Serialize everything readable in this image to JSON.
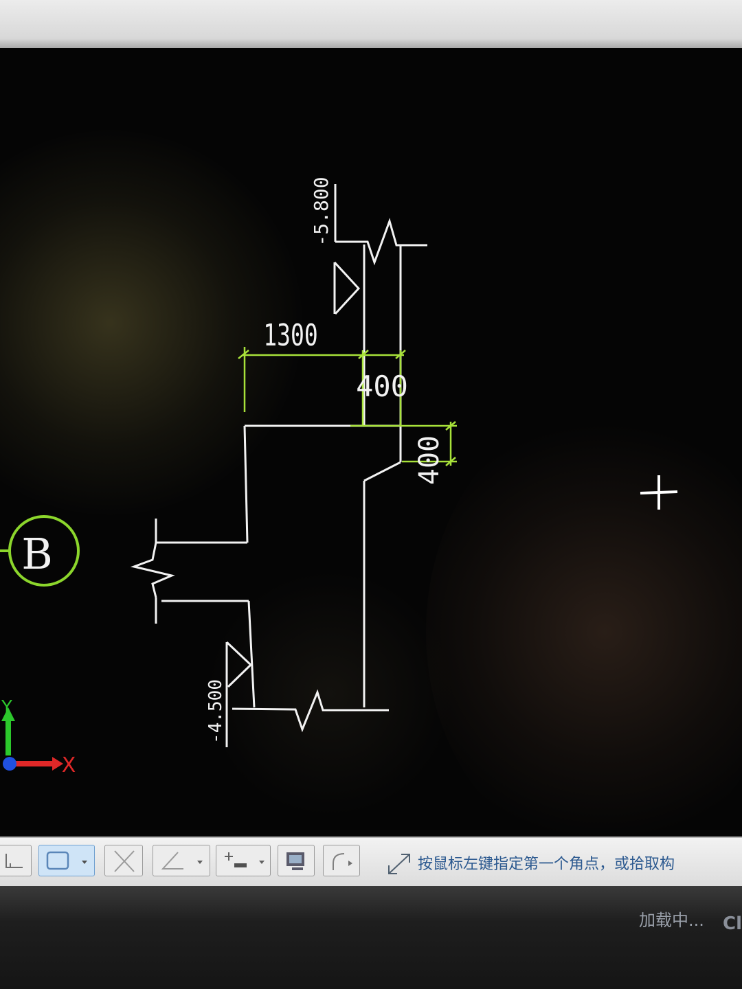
{
  "drawing": {
    "elevation_top": "-5.800",
    "elevation_bottom": "-4.500",
    "dim_horizontal_left": "1300",
    "dim_horizontal_right": "400",
    "dim_vertical_right": "400",
    "axis_label": "B",
    "ucs_y": "Y",
    "ucs_x": "X"
  },
  "colors": {
    "line": "#f2f2f2",
    "dimension": "#a8e23a",
    "axis_circle": "#8cd62c",
    "ucs_x": "#e02828",
    "ucs_y": "#2cc82c",
    "ucs_origin": "#2050e0"
  },
  "toolbar": {
    "buttons": [
      {
        "icon": "polyline-corner-icon"
      },
      {
        "icon": "rectangle-icon",
        "dropdown": true,
        "active": true
      },
      {
        "icon": "cross-icon"
      },
      {
        "icon": "angle-icon",
        "dropdown": true
      },
      {
        "icon": "plus-minus-icon",
        "dropdown": true
      },
      {
        "icon": "monitor-icon"
      },
      {
        "icon": "curve-arrow-icon"
      }
    ],
    "prompt": "按鼠标左键指定第一个角点，或拾取构"
  },
  "taskbar": {
    "loading": "加载中...",
    "cut_text": "Cl"
  }
}
